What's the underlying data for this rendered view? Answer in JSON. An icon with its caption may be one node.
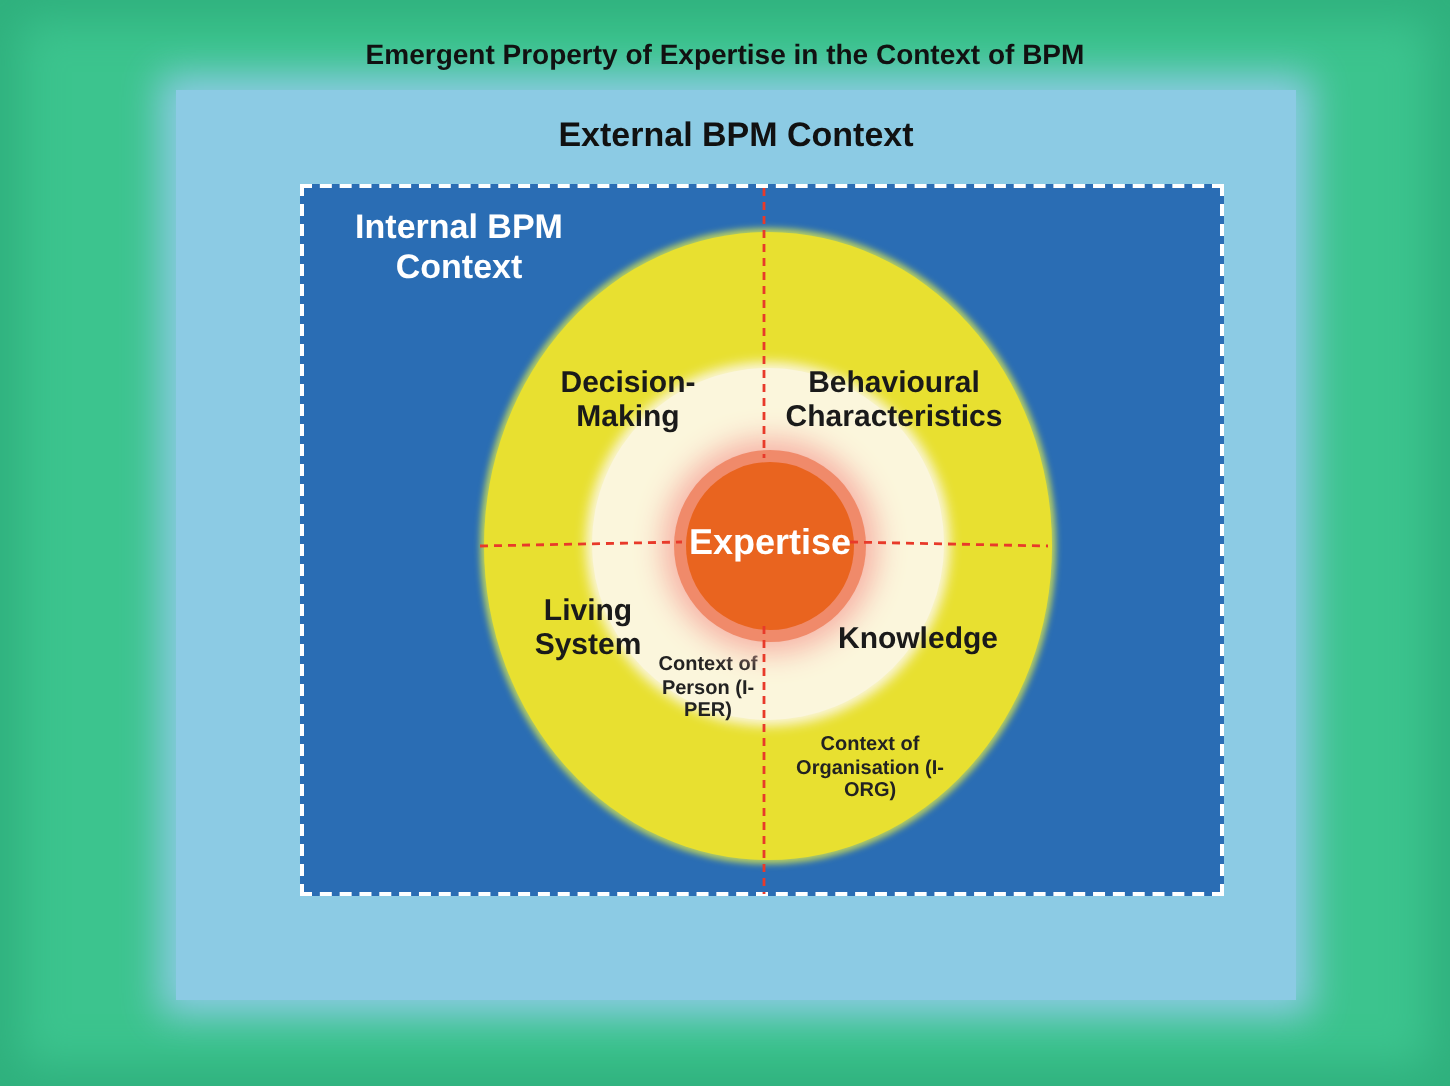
{
  "diagram": {
    "title": "Emergent Property of Expertise in the Context of BPM",
    "nodes": [
      {
        "text": [],
        "shape": "box"
      },
      {
        "text": [
          "External BPM Context"
        ],
        "in": 0
      },
      {
        "text": [
          "Internal BPM Context"
        ],
        "in": 1
      },
      {
        "text": [
          "Context of Organisation (I-ORG)"
        ],
        "in": 2
      },
      {
        "text": [
          "Context of Person (I-PER)"
        ],
        "in": 3
      },
      {
        "text": [
          "Expertise"
        ],
        "in": 4
      }
    ],
    "labels": [
      "Decision-Making",
      "Behavioural Characteristics",
      "Living System",
      "Knowledge"
    ]
  }
}
